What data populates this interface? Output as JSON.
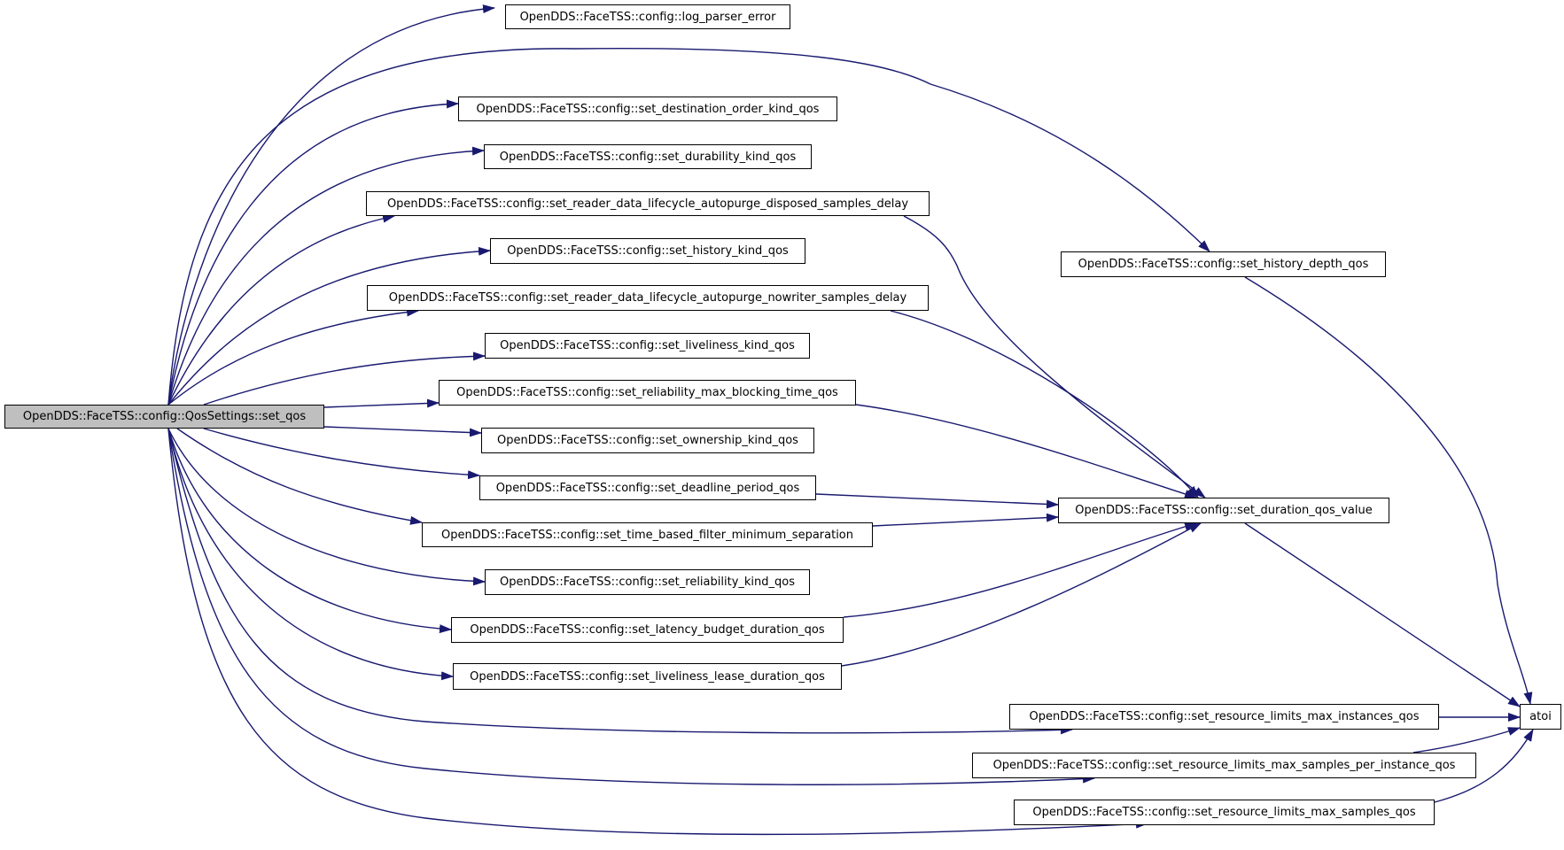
{
  "colors": {
    "edge": "#191970",
    "root_fill": "#bfbfbf",
    "node_fill": "#ffffff",
    "border": "#000000"
  },
  "nodes": {
    "root": "OpenDDS::FaceTSS::config::QosSettings::set_qos",
    "log_parser_error": "OpenDDS::FaceTSS::config::log_parser_error",
    "set_destination_order_kind_qos": "OpenDDS::FaceTSS::config::set_destination_order_kind_qos",
    "set_durability_kind_qos": "OpenDDS::FaceTSS::config::set_durability_kind_qos",
    "set_reader_data_lifecycle_autopurge_disposed_samples_delay": "OpenDDS::FaceTSS::config::set_reader_data_lifecycle_autopurge_disposed_samples_delay",
    "set_history_kind_qos": "OpenDDS::FaceTSS::config::set_history_kind_qos",
    "set_reader_data_lifecycle_autopurge_nowriter_samples_delay": "OpenDDS::FaceTSS::config::set_reader_data_lifecycle_autopurge_nowriter_samples_delay",
    "set_liveliness_kind_qos": "OpenDDS::FaceTSS::config::set_liveliness_kind_qos",
    "set_reliability_max_blocking_time_qos": "OpenDDS::FaceTSS::config::set_reliability_max_blocking_time_qos",
    "set_ownership_kind_qos": "OpenDDS::FaceTSS::config::set_ownership_kind_qos",
    "set_deadline_period_qos": "OpenDDS::FaceTSS::config::set_deadline_period_qos",
    "set_time_based_filter_minimum_separation": "OpenDDS::FaceTSS::config::set_time_based_filter_minimum_separation",
    "set_reliability_kind_qos": "OpenDDS::FaceTSS::config::set_reliability_kind_qos",
    "set_latency_budget_duration_qos": "OpenDDS::FaceTSS::config::set_latency_budget_duration_qos",
    "set_liveliness_lease_duration_qos": "OpenDDS::FaceTSS::config::set_liveliness_lease_duration_qos",
    "set_history_depth_qos": "OpenDDS::FaceTSS::config::set_history_depth_qos",
    "set_duration_qos_value": "OpenDDS::FaceTSS::config::set_duration_qos_value",
    "set_resource_limits_max_instances_qos": "OpenDDS::FaceTSS::config::set_resource_limits_max_instances_qos",
    "set_resource_limits_max_samples_per_instance_qos": "OpenDDS::FaceTSS::config::set_resource_limits_max_samples_per_instance_qos",
    "set_resource_limits_max_samples_qos": "OpenDDS::FaceTSS::config::set_resource_limits_max_samples_qos",
    "atoi": "atoi"
  },
  "edges": [
    [
      "root",
      "log_parser_error"
    ],
    [
      "root",
      "set_history_depth_qos"
    ],
    [
      "root",
      "set_destination_order_kind_qos"
    ],
    [
      "root",
      "set_durability_kind_qos"
    ],
    [
      "root",
      "set_reader_data_lifecycle_autopurge_disposed_samples_delay"
    ],
    [
      "root",
      "set_history_kind_qos"
    ],
    [
      "root",
      "set_reader_data_lifecycle_autopurge_nowriter_samples_delay"
    ],
    [
      "root",
      "set_liveliness_kind_qos"
    ],
    [
      "root",
      "set_reliability_max_blocking_time_qos"
    ],
    [
      "root",
      "set_ownership_kind_qos"
    ],
    [
      "root",
      "set_deadline_period_qos"
    ],
    [
      "root",
      "set_time_based_filter_minimum_separation"
    ],
    [
      "root",
      "set_reliability_kind_qos"
    ],
    [
      "root",
      "set_latency_budget_duration_qos"
    ],
    [
      "root",
      "set_liveliness_lease_duration_qos"
    ],
    [
      "root",
      "set_resource_limits_max_instances_qos"
    ],
    [
      "root",
      "set_resource_limits_max_samples_per_instance_qos"
    ],
    [
      "root",
      "set_resource_limits_max_samples_qos"
    ],
    [
      "set_reader_data_lifecycle_autopurge_disposed_samples_delay",
      "set_duration_qos_value"
    ],
    [
      "set_reader_data_lifecycle_autopurge_nowriter_samples_delay",
      "set_duration_qos_value"
    ],
    [
      "set_reliability_max_blocking_time_qos",
      "set_duration_qos_value"
    ],
    [
      "set_deadline_period_qos",
      "set_duration_qos_value"
    ],
    [
      "set_time_based_filter_minimum_separation",
      "set_duration_qos_value"
    ],
    [
      "set_latency_budget_duration_qos",
      "set_duration_qos_value"
    ],
    [
      "set_liveliness_lease_duration_qos",
      "set_duration_qos_value"
    ],
    [
      "set_history_depth_qos",
      "atoi"
    ],
    [
      "set_duration_qos_value",
      "atoi"
    ],
    [
      "set_resource_limits_max_instances_qos",
      "atoi"
    ],
    [
      "set_resource_limits_max_samples_per_instance_qos",
      "atoi"
    ],
    [
      "set_resource_limits_max_samples_qos",
      "atoi"
    ]
  ]
}
